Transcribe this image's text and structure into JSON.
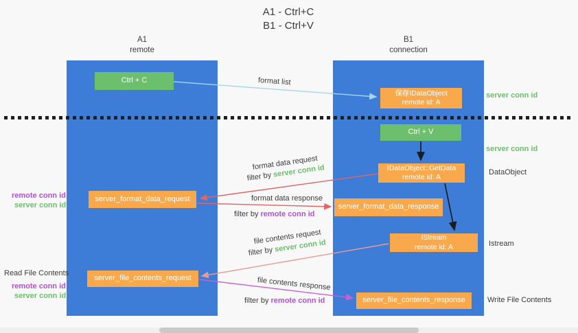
{
  "title": {
    "line1": "A1 - Ctrl+C",
    "line2": "B1 - Ctrl+V"
  },
  "lanes": {
    "left": {
      "name": "A1",
      "subtitle": "remote"
    },
    "right": {
      "name": "B1",
      "subtitle": "connection"
    }
  },
  "nodes": {
    "ctrl_c": {
      "label": "Ctrl + C"
    },
    "save_idataobject": {
      "line1": "保存IDataObject",
      "line2": "remote id: A"
    },
    "ctrl_v": {
      "label": "Ctrl + V"
    },
    "getdata": {
      "line1": "IDataObject::GetData",
      "line2": "remote id: A"
    },
    "format_request": {
      "label": "server_format_data_request"
    },
    "format_response": {
      "label": "server_format_data_response"
    },
    "istream": {
      "line1": "IStream",
      "line2": "remote id: A"
    },
    "file_request": {
      "label": "server_file_contents_request"
    },
    "file_response": {
      "label": "server_file_contents_response"
    }
  },
  "side_labels": {
    "server_conn_id_top": "server conn id",
    "server_conn_id_mid": "server conn id",
    "dataobject": "DataObject",
    "istream": "Istream",
    "write_file_contents": "Write File Contents",
    "read_file_contents": "Read File Contents",
    "remote_conn_id_format": "remote conn id",
    "server_conn_id_format": "server conn id",
    "remote_conn_id_file": "remote conn id",
    "server_conn_id_file": "server conn id"
  },
  "arrow_labels": {
    "format_list": "format list",
    "format_data_request": "format data request",
    "format_data_response": "format data response",
    "file_contents_request": "file contents request",
    "file_contents_response": "file contents response",
    "filter_by": "filter by",
    "server_conn_id": "server conn id",
    "remote_conn_id": "remote conn id"
  },
  "colors": {
    "background": "#f8f8f8",
    "lane_blue": "#3d7dd8",
    "box_green": "#6cbf6c",
    "box_orange": "#f9a94b",
    "arrow_blue": "#a5d5ea",
    "arrow_red": "#e06666",
    "arrow_salmon": "#ea9a92",
    "arrow_magenta": "#c95fd3",
    "arrow_black": "#1c1c1c",
    "text_green": "#6abf69",
    "text_magenta": "#b052d0",
    "text_dark": "#3a3a3a"
  }
}
